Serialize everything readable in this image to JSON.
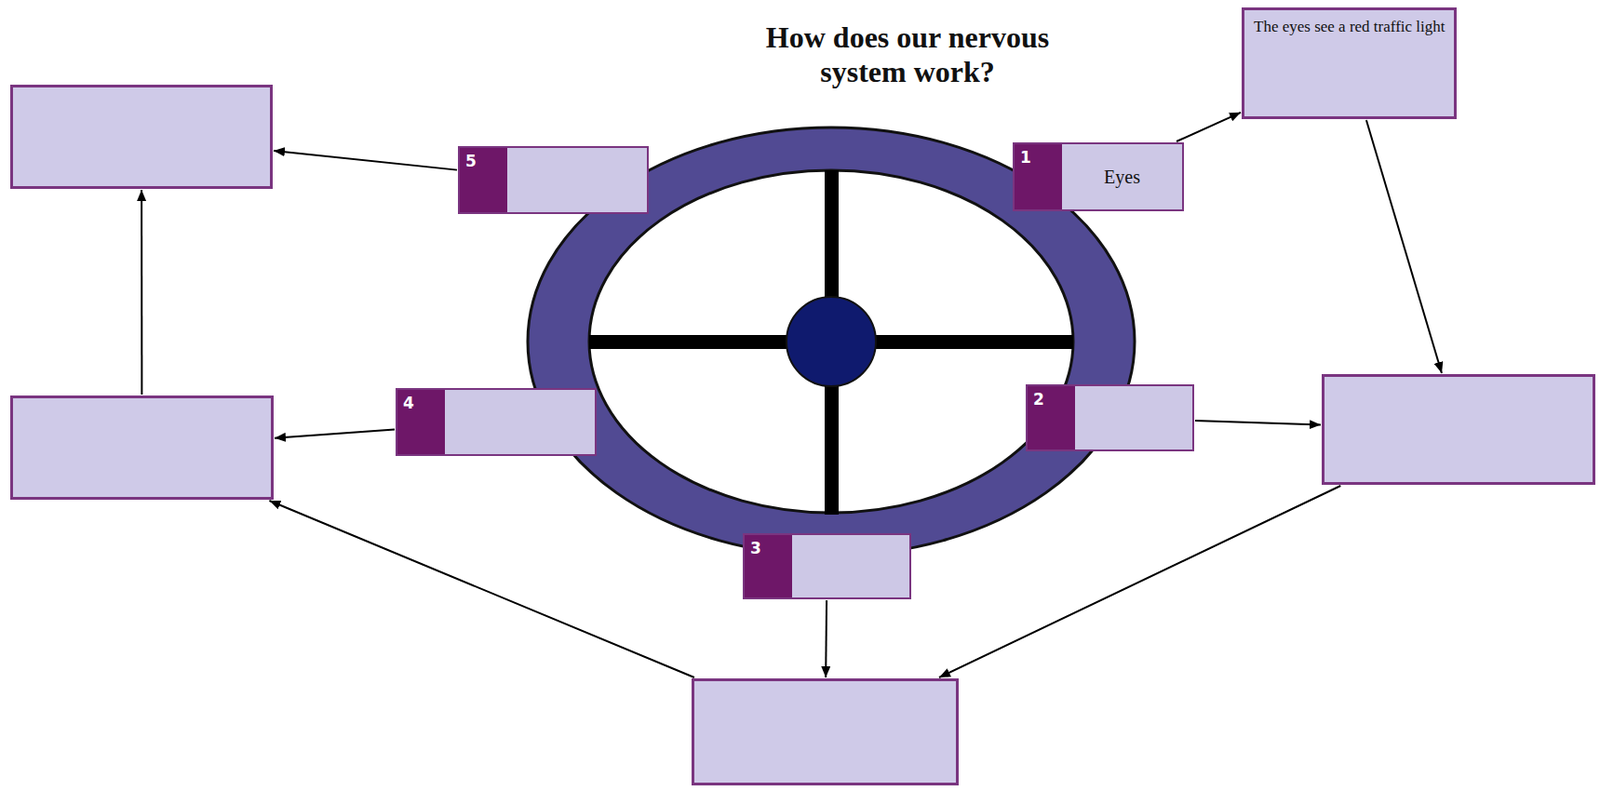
{
  "diagram": {
    "title": "How does our nervous system work?",
    "nodes": [
      {
        "text": [
          "1",
          "Eyes"
        ]
      },
      {
        "text": [
          "The eyes see a red traffic light"
        ]
      },
      {
        "text": [
          "2"
        ]
      },
      {
        "text": []
      },
      {
        "text": [
          "3"
        ]
      },
      {
        "text": []
      },
      {
        "text": [
          "4"
        ]
      },
      {
        "text": []
      },
      {
        "text": [
          "5"
        ]
      },
      {
        "text": []
      }
    ],
    "edges": [
      {
        "from": 0,
        "to": 1,
        "arrow": "to"
      },
      {
        "from": 2,
        "to": 3,
        "arrow": "to"
      },
      {
        "from": 1,
        "to": 3,
        "arrow": "to"
      },
      {
        "from": 4,
        "to": 5,
        "arrow": "to"
      },
      {
        "from": 3,
        "to": 5,
        "arrow": "to"
      },
      {
        "from": 5,
        "to": 7,
        "arrow": "to"
      },
      {
        "from": 6,
        "to": 7,
        "arrow": "to"
      },
      {
        "from": 7,
        "to": 9,
        "arrow": "to"
      },
      {
        "from": 8,
        "to": 9,
        "arrow": "to"
      }
    ]
  }
}
